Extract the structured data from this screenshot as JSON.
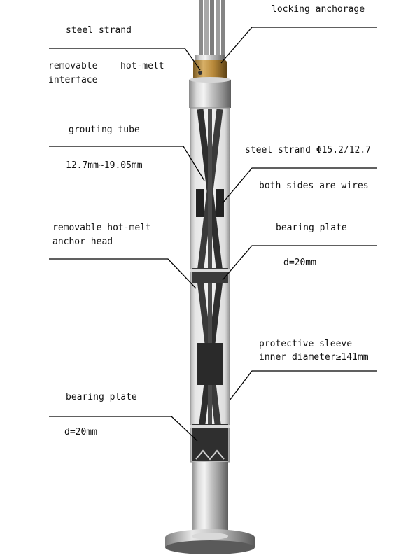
{
  "labels": {
    "locking_anchorage": "locking anchorage",
    "steel_strand_top": "steel strand",
    "removable_hot_melt_interface_a": "removable",
    "removable_hot_melt_interface_b": "hot-melt",
    "removable_hot_melt_interface_c": "interface",
    "grouting_tube": "grouting tube",
    "strand_diameter_range": "12.7mm~19.05mm",
    "steel_strand_spec": "steel strand Φ15.2/12.7",
    "both_sides_wires": "both sides are wires",
    "removable_anchor_head_line1": "removable hot-melt",
    "removable_anchor_head_line2": "anchor head",
    "bearing_plate_right": "bearing plate",
    "bearing_plate_right_d": "d=20mm",
    "protective_sleeve_line1": "protective sleeve",
    "protective_sleeve_line2": "inner diameter≥141mm",
    "bearing_plate_left": "bearing plate",
    "bearing_plate_left_d": "d=20mm"
  },
  "colors": {
    "steel_light": "#e8e8e8",
    "steel_mid": "#b5b5b5",
    "steel_dark": "#6d6d6d",
    "strand_dark": "#2e2e2e",
    "brass": "#b8893a",
    "leader_line": "#000000"
  }
}
